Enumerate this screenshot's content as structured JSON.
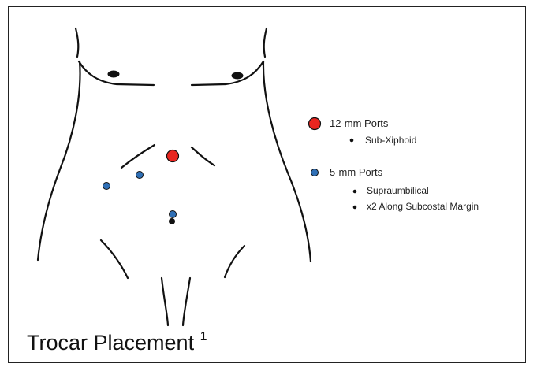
{
  "legend": {
    "port12": {
      "label": "12-mm Ports",
      "color": "#e8251f",
      "items": [
        "Sub-Xiphoid"
      ]
    },
    "port5": {
      "label": "5-mm Ports",
      "color": "#2f6fb5",
      "items": [
        "Supraumbilical",
        "x2 Along Subcostal Margin"
      ]
    }
  },
  "caption": {
    "title": "Trocar Placement",
    "superscript": "1"
  },
  "colors": {
    "outline": "#111111",
    "border": "#222222"
  },
  "icons": {
    "nipple": "ellipse",
    "umbilicus": "dot",
    "bullet": "dot"
  }
}
